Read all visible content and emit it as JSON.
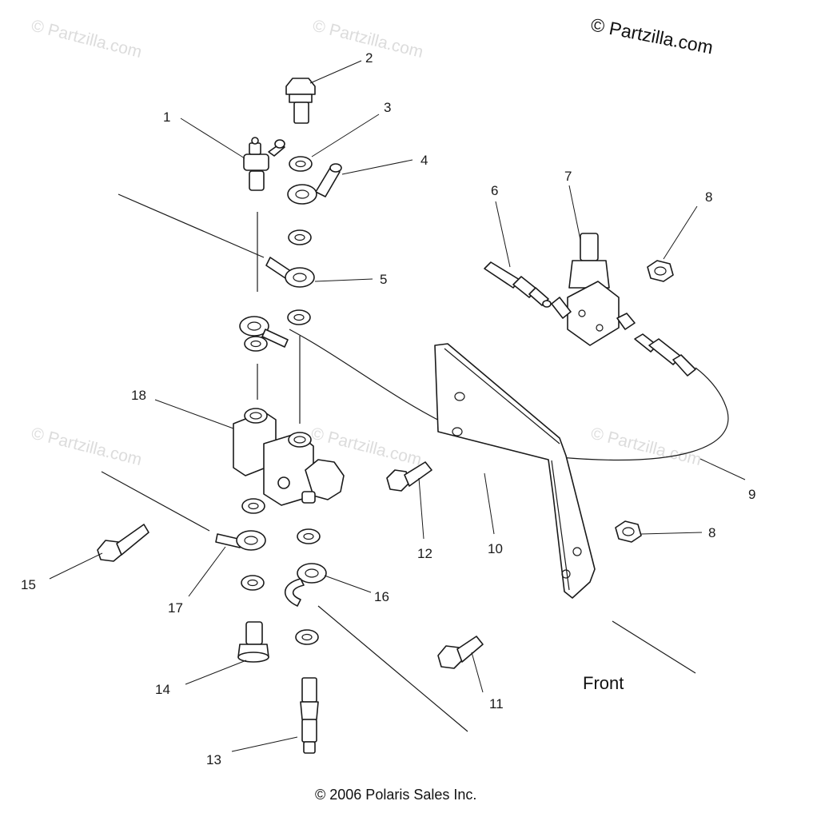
{
  "watermark": {
    "text": "© Partzilla.com"
  },
  "brand": "© Partzilla.com",
  "direction_label": "Front",
  "copyright": "© 2006 Polaris Sales Inc.",
  "callouts": [
    "1",
    "2",
    "3",
    "4",
    "5",
    "6",
    "7",
    "8",
    "8",
    "9",
    "10",
    "11",
    "12",
    "13",
    "14",
    "15",
    "16",
    "17",
    "18"
  ]
}
